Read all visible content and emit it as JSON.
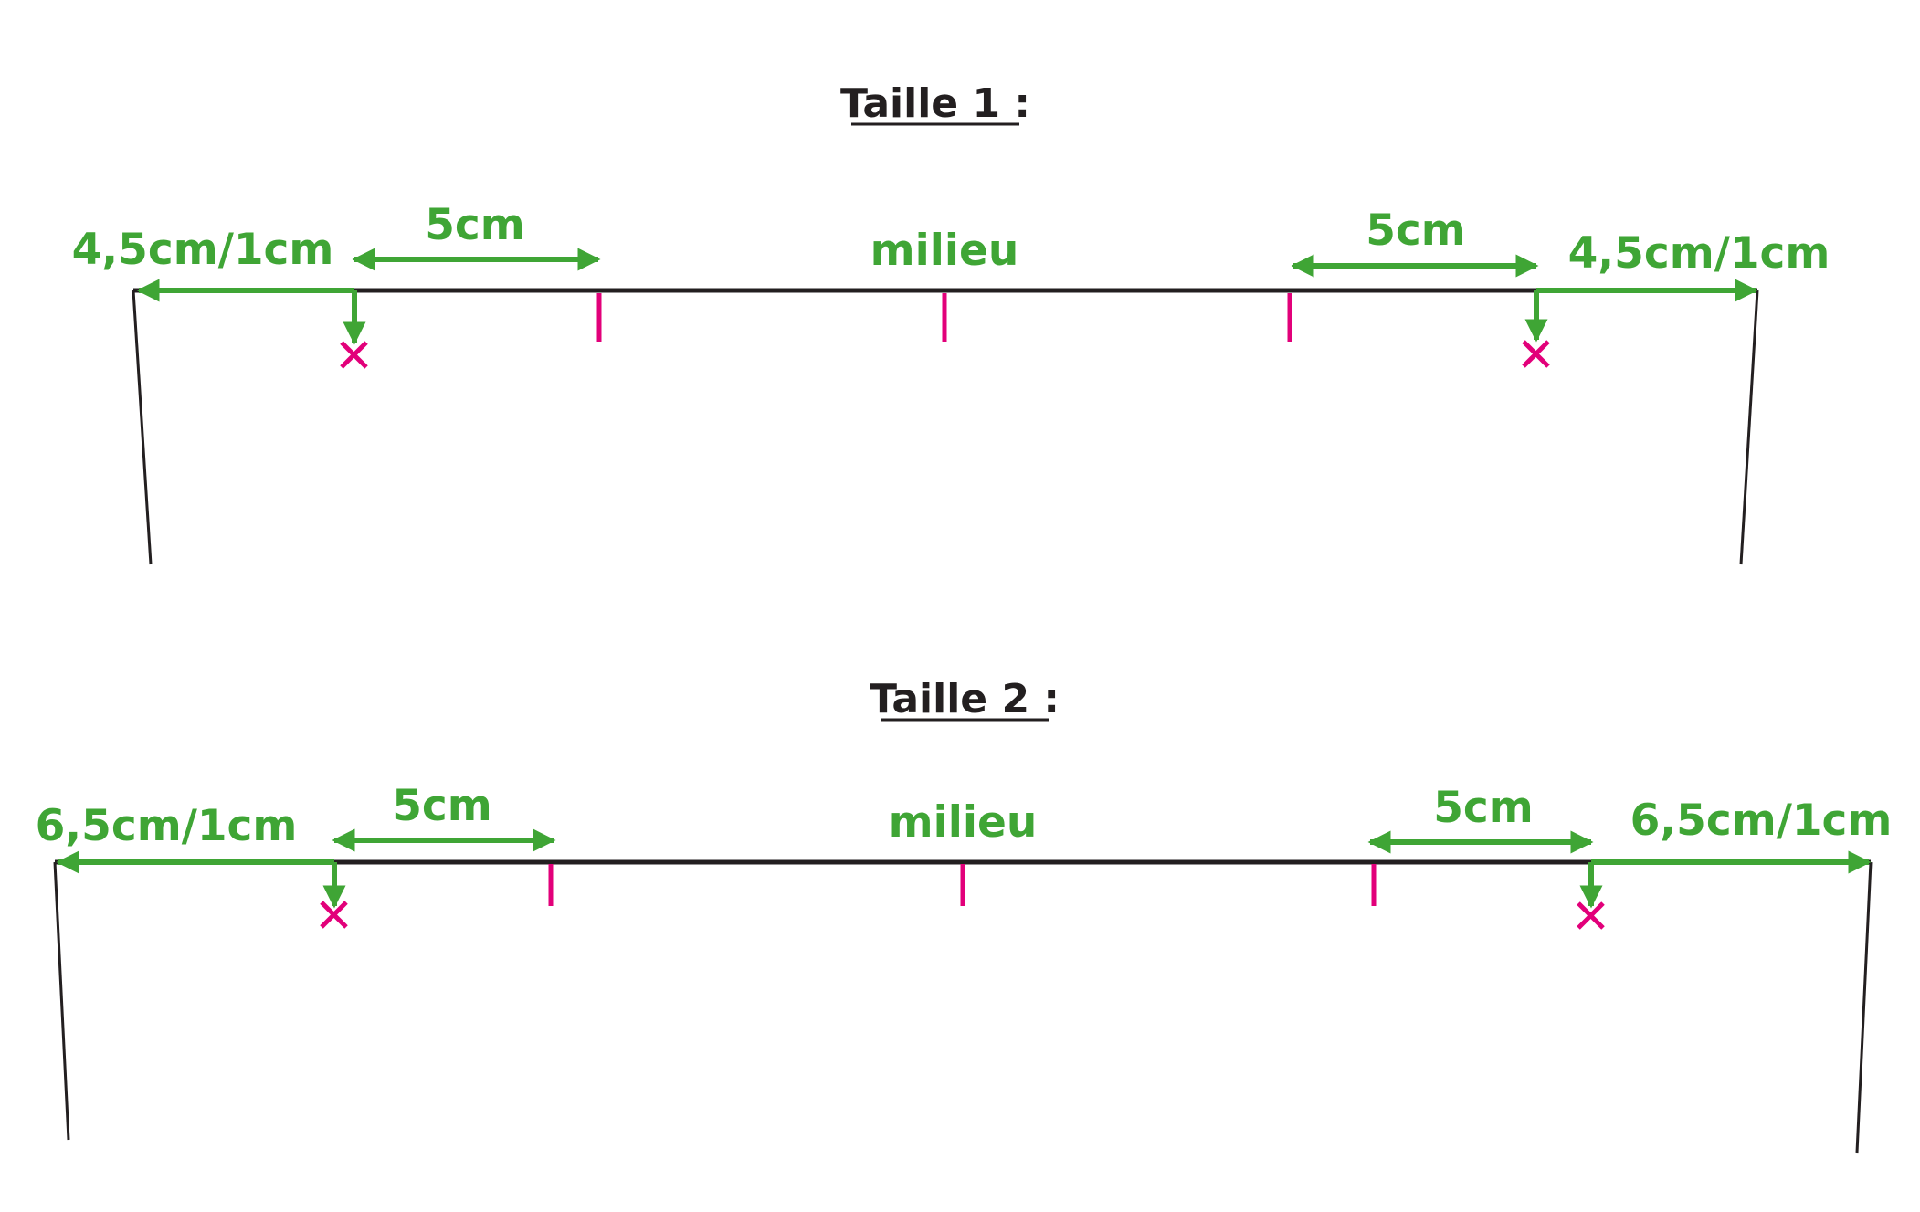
{
  "colors": {
    "green": "#3fa535",
    "magenta": "#e2007a",
    "black": "#231f20"
  },
  "diagrams": [
    {
      "title": "Taille 1 :",
      "center_label": "milieu",
      "left_offset_label": "4,5cm/1cm",
      "left_gap_label": "5cm",
      "right_gap_label": "5cm",
      "right_offset_label": "4,5cm/1cm"
    },
    {
      "title": "Taille 2 :",
      "center_label": "milieu",
      "left_offset_label": "6,5cm/1cm",
      "left_gap_label": "5cm",
      "right_gap_label": "5cm",
      "right_offset_label": "6,5cm/1cm"
    }
  ]
}
